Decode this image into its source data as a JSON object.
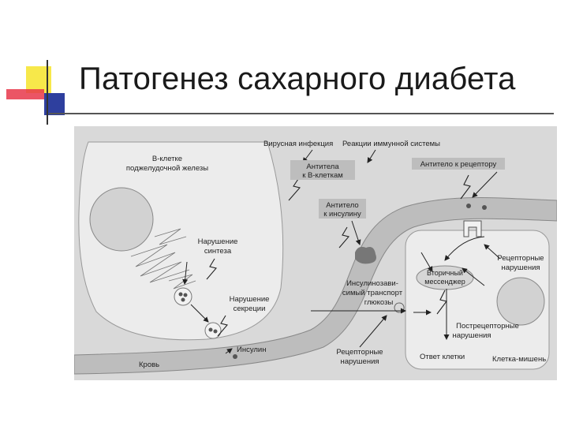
{
  "title": "Патогенез сахарного диабета",
  "colors": {
    "accent_yellow": "#f7e84a",
    "accent_red": "#e8374a",
    "accent_blue": "#2e3f9e",
    "panel_bg": "#d9d9d9",
    "cell_fill": "#ececec",
    "vessel_fill": "#bdbdbd"
  },
  "diagram": {
    "beta_cell_line1": "В-клетке",
    "beta_cell_line2": "поджелудочной железы",
    "synthesis_line1": "Нарушение",
    "synthesis_line2": "синтеза",
    "secretion_line1": "Нарушение",
    "secretion_line2": "секреции",
    "insulin": "Инсулин",
    "blood": "Кровь",
    "viral": "Вирусная инфекция",
    "immune": "Реакции иммунной системы",
    "ab_beta_line1": "Антитела",
    "ab_beta_line2": "к В-клеткам",
    "ab_receptor": "Антитело к рецептору",
    "ab_insulin_line1": "Антитело",
    "ab_insulin_line2": "к инсулину",
    "transport_line1": "Инсулинозави-",
    "transport_line2": "симый транспорт",
    "transport_line3": "глюкозы",
    "receptor_left_line1": "Рецепторные",
    "receptor_left_line2": "нарушения",
    "receptor_right_line1": "Рецепторные",
    "receptor_right_line2": "нарушения",
    "secondary_line1": "Вторичный",
    "secondary_line2": "мессенджер",
    "postreceptor_line1": "Пострецепторные",
    "postreceptor_line2": "нарушения",
    "cell_response": "Ответ клетки",
    "target_cell": "Клетка-мишень"
  }
}
